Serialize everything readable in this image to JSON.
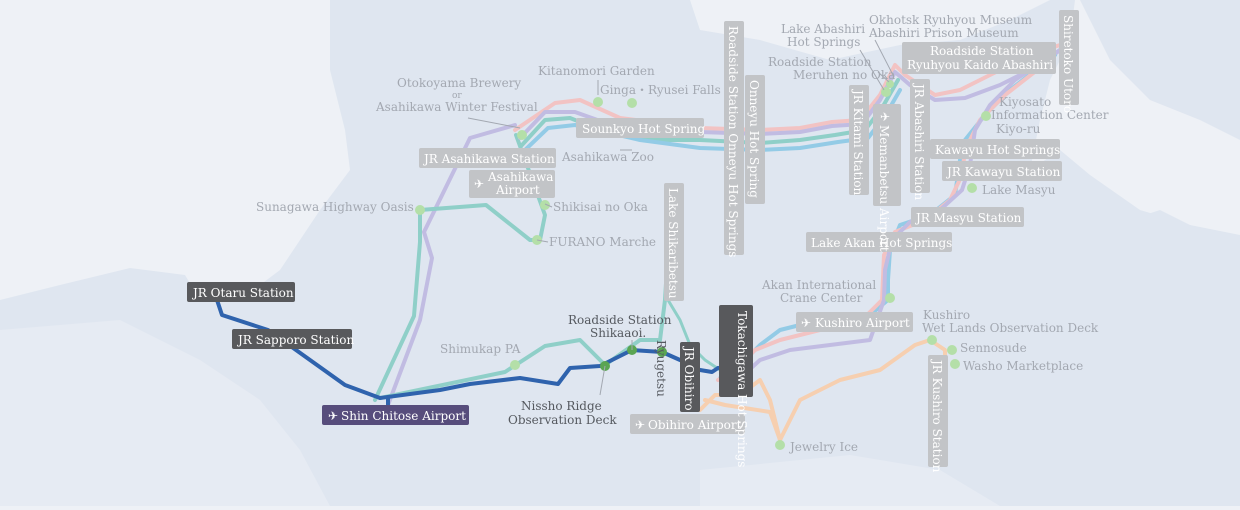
{
  "colors": {
    "sea": "#eef1f6",
    "land": "#dfe6f0",
    "route_dark_blue": "#2f63ad",
    "route_teal": "#8fcfc8",
    "route_lilac": "#c1bce2",
    "route_pink": "#f2c3c3",
    "route_peach": "#f6cfb0",
    "route_sky": "#93cbe6",
    "point_green": "#b4dfa8",
    "point_green_dark": "#5aa552",
    "label_box": "#c2c4c7",
    "label_box_dark": "#58595c",
    "airport_box": "#574d7c"
  },
  "icon_names": [
    "airplane-icon",
    "stop-dot-icon"
  ],
  "labels": {
    "otaru": "JR Otaru Station",
    "sapporo": "JR Sapporo Station",
    "shin_chitose": "Shin Chitose Airport",
    "sunagawa": "Sunagawa Highway Oasis",
    "otokoyama": "Otokoyama Brewery",
    "or": "or",
    "winter_festival": "Asahikawa Winter Festival",
    "kitanomori": "Kitanomori Garden",
    "ginga": "Ginga・Ryusei Falls",
    "sounkyo": "Sounkyo Hot Spring",
    "asahikawa_station": "JR Asahikawa Station",
    "asahikawa_zoo": "Asahikawa Zoo",
    "asahikawa_airport_1": "Asahikawa",
    "asahikawa_airport_2": "Airport",
    "shikisai": "Shikisai no Oka",
    "furano": "FURANO Marche",
    "shimukap": "Shimukap PA",
    "shikaoi_1": "Roadside Station",
    "shikaoi_2": "Shikaaoi.",
    "nissho_1": "Nissho Ridge",
    "nissho_2": "Observation Deck",
    "lake_shikaribetsu": "Lake Shikaribetsu",
    "ryugetsu": "Ryugetsu",
    "obihiro_station": "JR Obihiro",
    "tokachigawa": "Tokachigawa Hot Springs",
    "obihiro_airport": "Obihiro Airport",
    "jewelry_ice": "Jewelry Ice",
    "onneyu_roadside": "Roadside Station Onneyu Hot Springs",
    "onneyu_hot": "Onneyu Hot Spring",
    "lake_abashiri_1": "Lake Abashiri",
    "lake_abashiri_2": "Hot Springs",
    "meruhen_1": "Roadside Station",
    "meruhen_2": "Meruhen no Oka",
    "okhotsk": "Okhotsk Ryuhyou Museum",
    "prison": "Abashiri Prison Museum",
    "ryuhyou_1": "Roadside Station",
    "ryuhyou_2": "Ryuhyou Kaido Abashiri",
    "shiretoko": "Shiretoko Utoro",
    "kitami": "JR Kitami Station",
    "memanbetsu": "Memanbetsu Airport",
    "abashiri_station": "JR Abashiri Station",
    "kiyosato_1": "Kiyosato",
    "kiyosato_2": "Information Center",
    "kiyosato_3": "Kiyo-ru",
    "kawayu_hot": "Kawayu Hot Springs",
    "kawayu_station": "JR Kawayu Station",
    "lake_masyu": "Lake Masyu",
    "masyu_station": "JR Masyu Station",
    "lake_akan": "Lake Akan Hot Springs",
    "akan_crane_1": "Akan International",
    "akan_crane_2": "Crane Center",
    "kushiro_airport": "Kushiro Airport",
    "kushiro_wet_1": "Kushiro",
    "kushiro_wet_2": "Wet Lands Observation Deck",
    "sennosude": "Sennosude",
    "washo": "Washo Marketplace",
    "kushiro_station": "JR Kushiro Station"
  }
}
